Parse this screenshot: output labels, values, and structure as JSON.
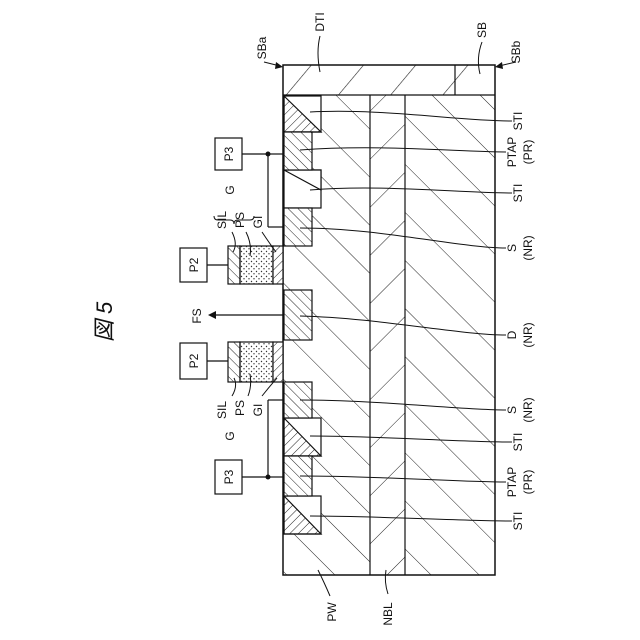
{
  "figure": {
    "title": "図 5",
    "labels": {
      "PW": "PW",
      "NBL": "NBL",
      "DTI": "DTI",
      "SB": "SB",
      "SBa": "SBa",
      "SBb": "SBb",
      "FS": "FS",
      "P3": "P3",
      "P2": "P2",
      "G": "G",
      "SIL": "SIL",
      "PS": "PS",
      "GI": "GI",
      "STI": "STI",
      "PTAP": "PTAP",
      "PR": "(PR)",
      "S": "S",
      "D": "D",
      "NR": "(NR)"
    }
  }
}
